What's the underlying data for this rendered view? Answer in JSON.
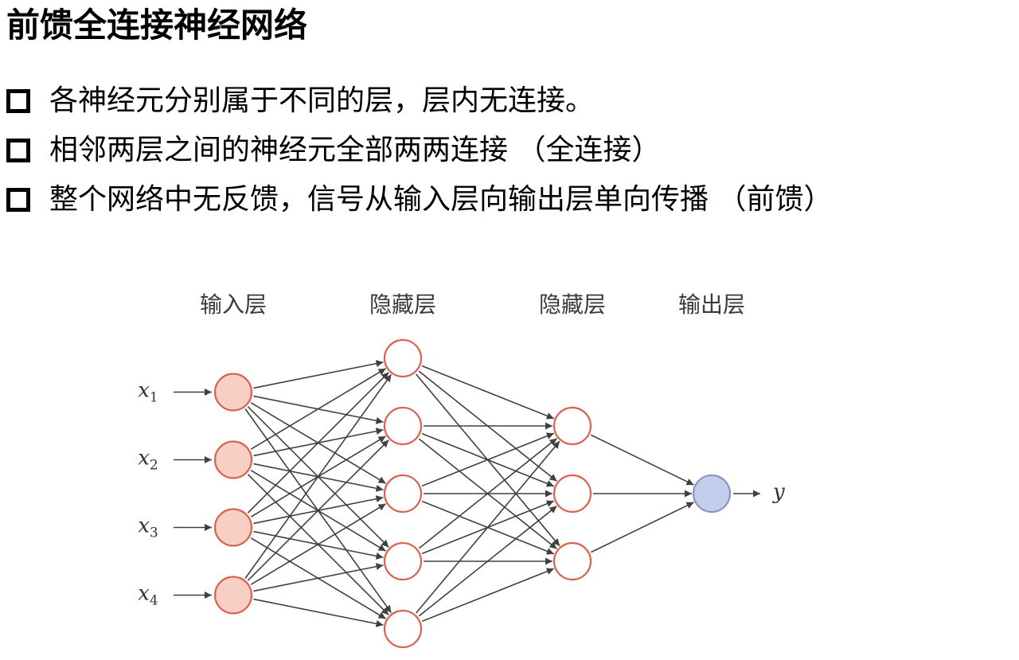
{
  "title": "前馈全连接神经网络",
  "bullets": [
    "各神经元分别属于不同的层，层内无连接。",
    "相邻两层之间的神经元全部两两连接 （全连接）",
    "整个网络中无反馈，信号从输入层向输出层单向传播 （前馈）"
  ],
  "diagram": {
    "layers": [
      {
        "label": "输入层",
        "nodes": 4,
        "fill": "#f7cfc4",
        "stroke": "#d9634e"
      },
      {
        "label": "隐藏层",
        "nodes": 5,
        "fill": "#ffffff",
        "stroke": "#d9634e"
      },
      {
        "label": "隐藏层",
        "nodes": 3,
        "fill": "#ffffff",
        "stroke": "#d9634e"
      },
      {
        "label": "输出层",
        "nodes": 1,
        "fill": "#c3cdec",
        "stroke": "#8796c9"
      }
    ],
    "inputs": [
      {
        "var": "x",
        "sub": "1"
      },
      {
        "var": "x",
        "sub": "2"
      },
      {
        "var": "x",
        "sub": "3"
      },
      {
        "var": "x",
        "sub": "4"
      }
    ],
    "output_var": "y",
    "edge_color": "#404040"
  }
}
